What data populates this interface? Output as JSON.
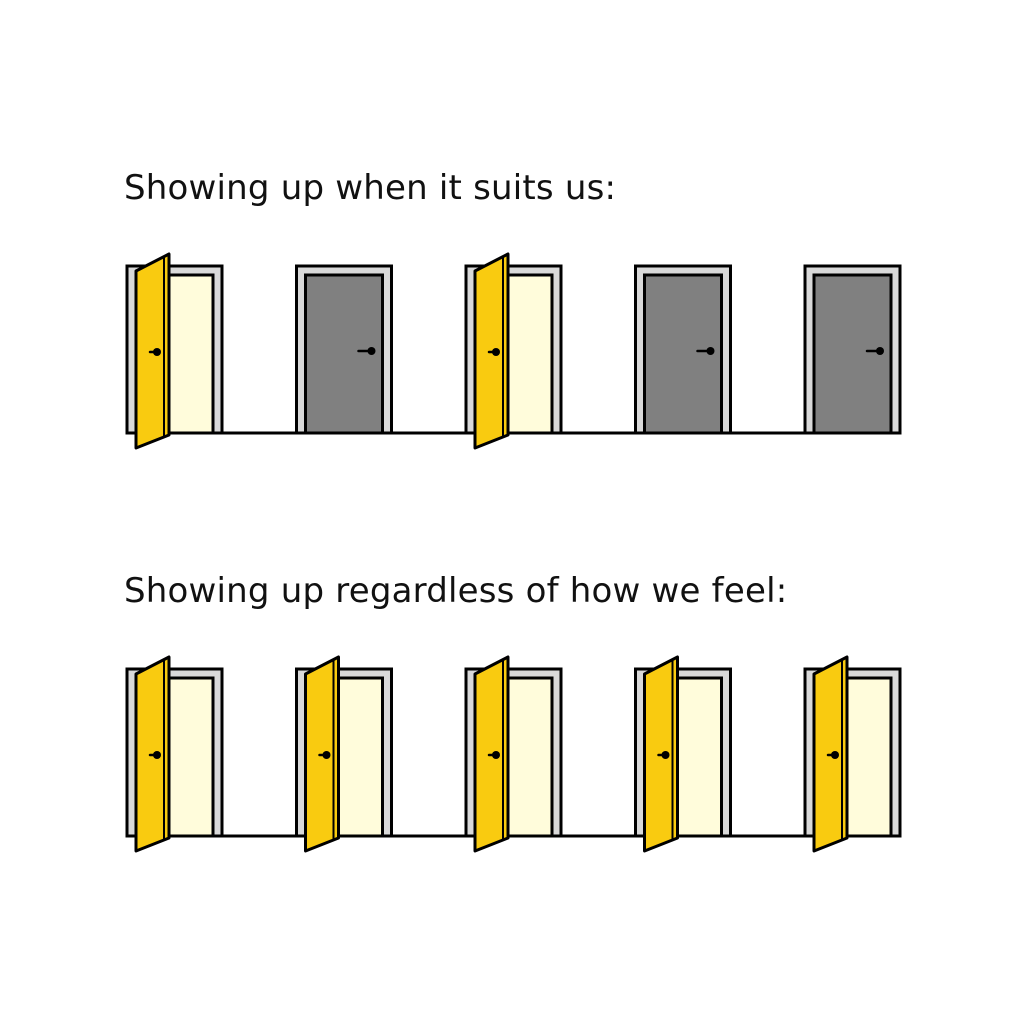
{
  "captions": {
    "first": "Showing up when it suits us:",
    "second": "Showing up regardless of how we feel:"
  },
  "colors": {
    "open_door": "#F9CB10",
    "doorway_light": "#FFFCDB",
    "closed_door": "#808080",
    "frame": "#D9D9D9",
    "outline": "#000000",
    "background": "#FFFFFF"
  },
  "rows": [
    {
      "name": "when-it-suits-us",
      "doors": [
        "open",
        "closed",
        "open",
        "closed",
        "closed"
      ]
    },
    {
      "name": "regardless-of-feeling",
      "doors": [
        "open",
        "open",
        "open",
        "open",
        "open"
      ]
    }
  ]
}
